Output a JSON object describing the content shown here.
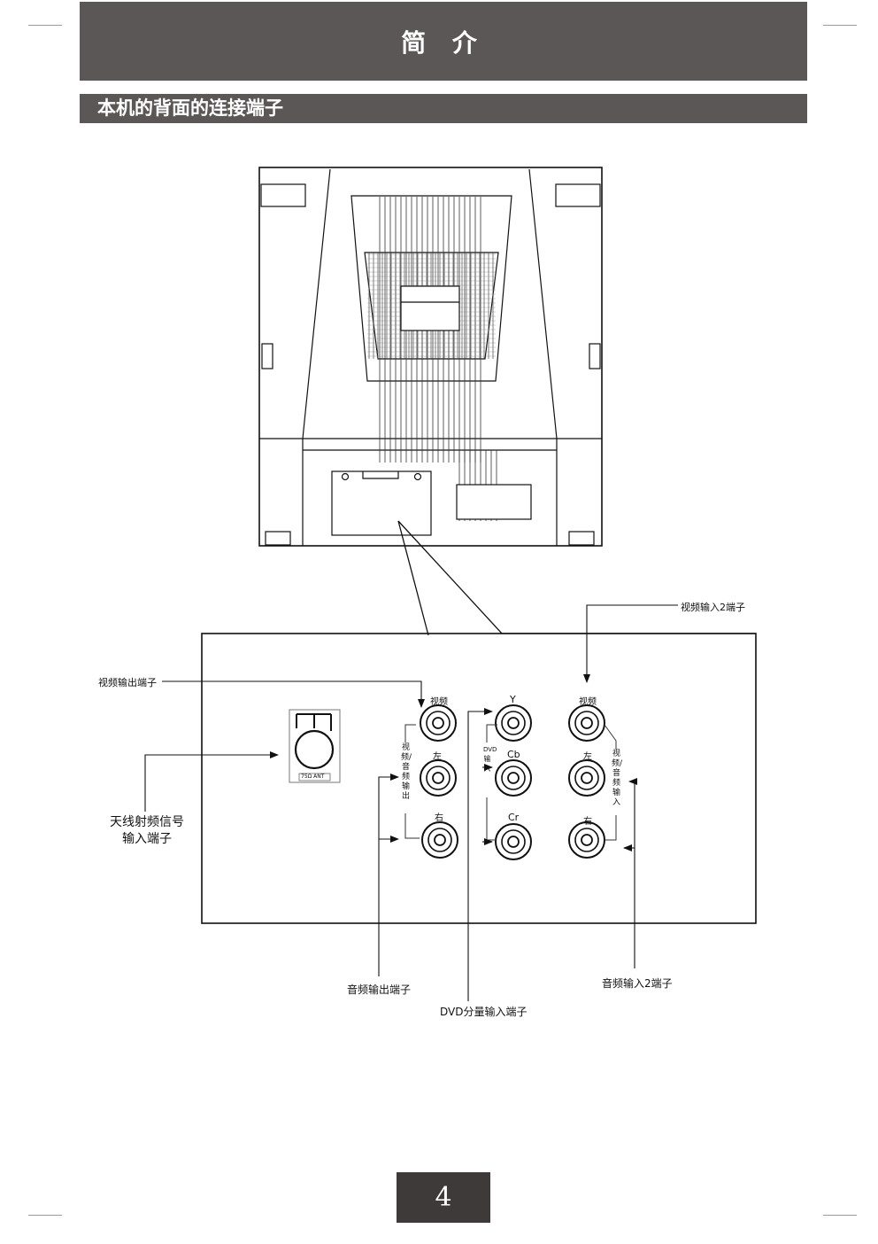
{
  "header": {
    "title": "简 介"
  },
  "section": {
    "title": "本机的背面的连接端子"
  },
  "callouts": {
    "video_in2": "视频输入2端子",
    "video_out": "视频输出端子",
    "antenna_line1": "天线射频信号",
    "antenna_line2": "输入端子",
    "audio_out": "音频输出端子",
    "dvd_component": "DVD分量输入端子",
    "audio_in2": "音频输入2端子"
  },
  "panel": {
    "ant_label": "75Ω ANT",
    "out_video": "视频",
    "out_left": "左",
    "out_right": "右",
    "out_group": "视频/音频输出",
    "dvd_y": "Y",
    "dvd_cb": "Cb",
    "dvd_cr": "Cr",
    "dvd_group_1": "DVD",
    "dvd_group_2": "输入",
    "in_video": "视频",
    "in_left": "左",
    "in_right": "右",
    "in_group": "视频/音频输入"
  },
  "page": {
    "number": "4"
  }
}
